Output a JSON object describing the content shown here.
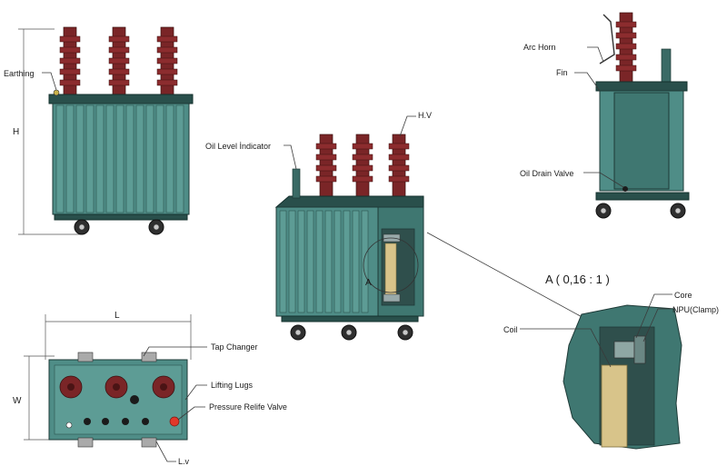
{
  "labels": {
    "earthing": "Earthing",
    "h_dim": "H",
    "oil_level_indicator": "Oil Level İndicator",
    "hv": "H.V",
    "a_marker": "A",
    "arc_horn": "Arc Horn",
    "fin": "Fin",
    "oil_drain_valve": "Oil Drain Valve",
    "l_dim": "L",
    "w_dim": "W",
    "tap_changer": "Tap Changer",
    "lifting_lugs": "Lifting Lugs",
    "pressure_relief_valve": "Pressure Relife Valve",
    "lv": "L.v",
    "detail_title": "A ( 0,16 : 1 )",
    "core": "Core",
    "npu_clamp": "NPU(Clamp)",
    "coil": "Coil"
  },
  "colors": {
    "tank": "#4f8d87",
    "bushing": "#7a2527",
    "coil": "#d8c48a",
    "red_handle": "#b01d1d",
    "pressure_valve": "#e2382a"
  }
}
